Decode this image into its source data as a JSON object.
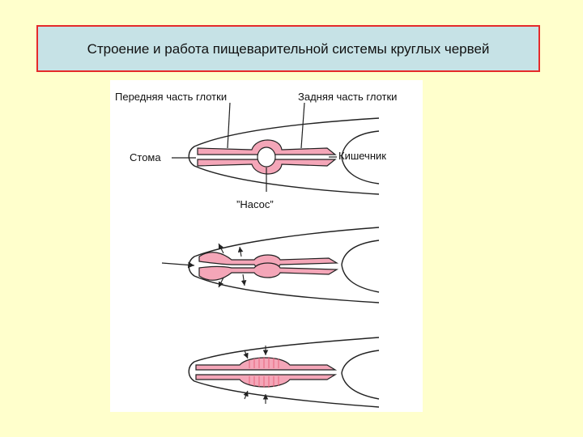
{
  "slide": {
    "title": "Строение и работа пищеварительной системы круглых червей"
  },
  "figure": {
    "labels": {
      "anterior_pharynx": "Передняя часть глотки",
      "posterior_pharynx": "Задняя часть глотки",
      "stoma": "Стома",
      "intestine": "Кишечник",
      "pump": "”Насос”"
    },
    "colors": {
      "background": "#FFFFCC",
      "title_fill": "#C6E2E6",
      "title_border": "#E52A2A",
      "pharynx": "#F4A6B8",
      "pharynx_muscle": "#E8647E",
      "outline": "#222222"
    }
  }
}
